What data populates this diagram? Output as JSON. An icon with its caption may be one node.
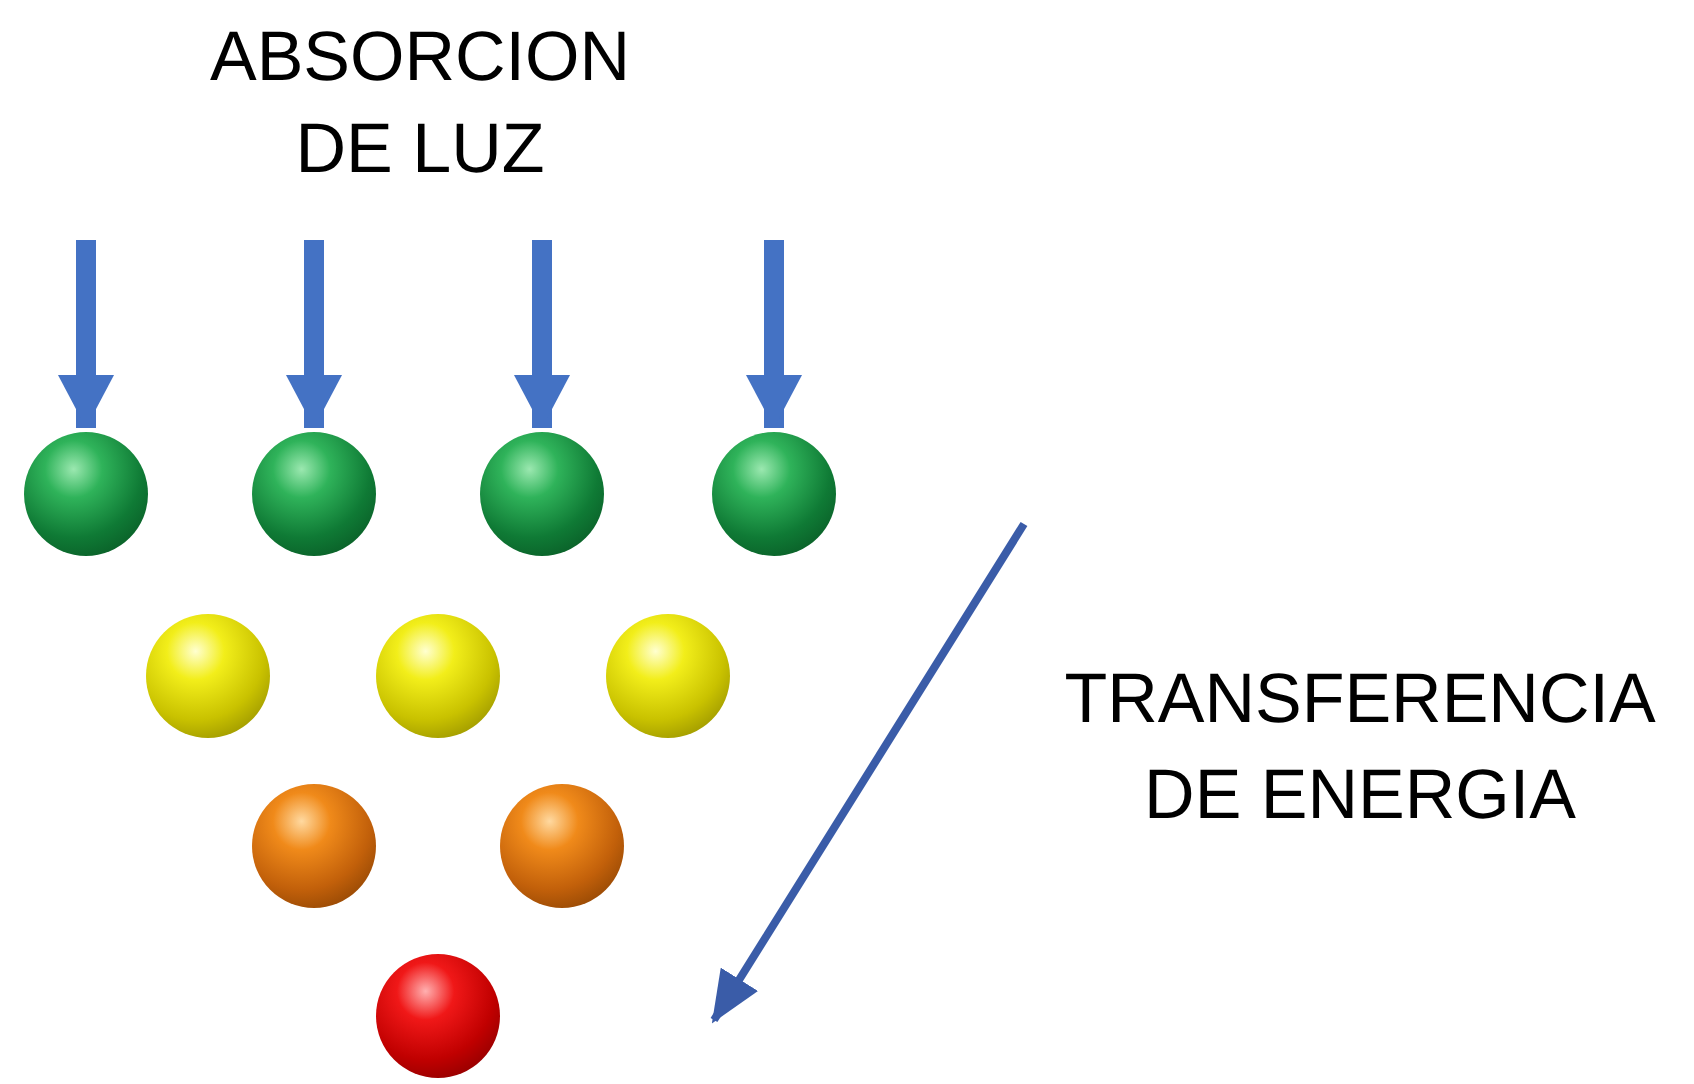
{
  "diagram": {
    "title": "ABSORCION DE LUZ",
    "nodes": [
      {
        "text": [],
        "shape": "circle"
      },
      {
        "text": [],
        "shape": "circle"
      },
      {
        "text": [],
        "shape": "circle"
      },
      {
        "text": [],
        "shape": "circle"
      },
      {
        "text": [],
        "shape": "circle"
      },
      {
        "text": [],
        "shape": "circle"
      },
      {
        "text": [],
        "shape": "circle"
      },
      {
        "text": [],
        "shape": "circle"
      },
      {
        "text": [],
        "shape": "circle"
      },
      {
        "text": [],
        "shape": "circle"
      }
    ],
    "edges": [
      {
        "from": null,
        "to": 0,
        "arrow": "to"
      },
      {
        "from": null,
        "to": 1,
        "arrow": "to"
      },
      {
        "from": null,
        "to": 2,
        "arrow": "to"
      },
      {
        "from": null,
        "to": 3,
        "arrow": "to"
      }
    ],
    "labels": [
      "TRANSFERENCIA DE ENERGIA"
    ]
  }
}
